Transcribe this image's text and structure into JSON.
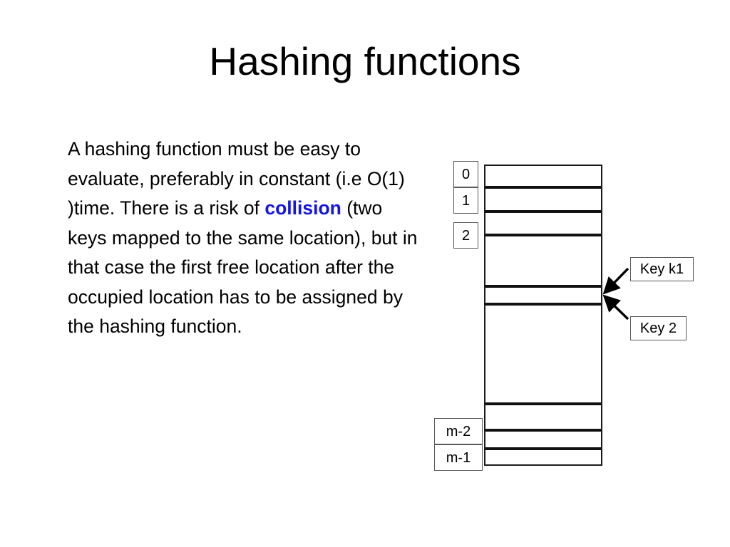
{
  "slide": {
    "title": "Hashing functions",
    "background_color": "#ffffff",
    "text_color": "#000000",
    "accent_color": "#1414e6"
  },
  "body": {
    "part1": "A hashing function must be easy to evaluate, preferably in constant (i.e O(1) )time. There is a risk of ",
    "keyword": "collision",
    "part2": " (two keys mapped to the same location), but in that case the first free location after the occupied location has to be assigned by the hashing function."
  },
  "diagram": {
    "index_labels": [
      {
        "label": "0"
      },
      {
        "label": "1"
      },
      {
        "label": "2"
      },
      {
        "label": "m-2"
      },
      {
        "label": "m-1"
      }
    ],
    "callouts": [
      {
        "label": "Key k1"
      },
      {
        "label": "Key 2"
      }
    ]
  }
}
